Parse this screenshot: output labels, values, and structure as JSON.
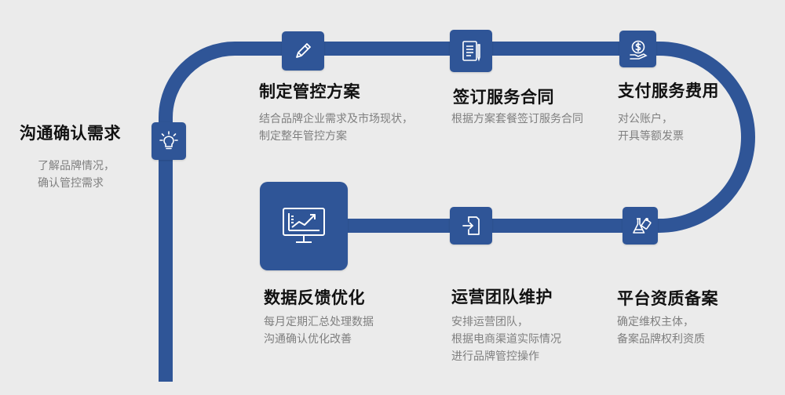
{
  "colors": {
    "accent": "#2f5597",
    "background": "#ebebeb",
    "title": "#111111",
    "description": "#7f7f7f"
  },
  "steps": [
    {
      "title": "沟通确认需求",
      "lines": [
        "了解品牌情况，",
        "确认管控需求"
      ],
      "icon": "lightbulb-icon"
    },
    {
      "title": "制定管控方案",
      "lines": [
        "结合品牌企业需求及市场现状，",
        "制定整年管控方案"
      ],
      "icon": "pencil-icon"
    },
    {
      "title": "签订服务合同",
      "lines": [
        "根据方案套餐签订服务合同"
      ],
      "icon": "contract-icon"
    },
    {
      "title": "支付服务费用",
      "lines": [
        "对公账户，",
        "开具等额发票"
      ],
      "icon": "payment-icon"
    },
    {
      "title": "平台资质备案",
      "lines": [
        "确定维权主体，",
        "备案品牌权利资质"
      ],
      "icon": "flask-icon"
    },
    {
      "title": "运营团队维护",
      "lines": [
        "安排运营团队，",
        "根据电商渠道实际情况",
        "进行品牌管控操作"
      ],
      "icon": "login-icon"
    },
    {
      "title": "数据反馈优化",
      "lines": [
        "每月定期汇总处理数据",
        "沟通确认优化改善"
      ],
      "icon": "monitor-chart-icon"
    }
  ]
}
